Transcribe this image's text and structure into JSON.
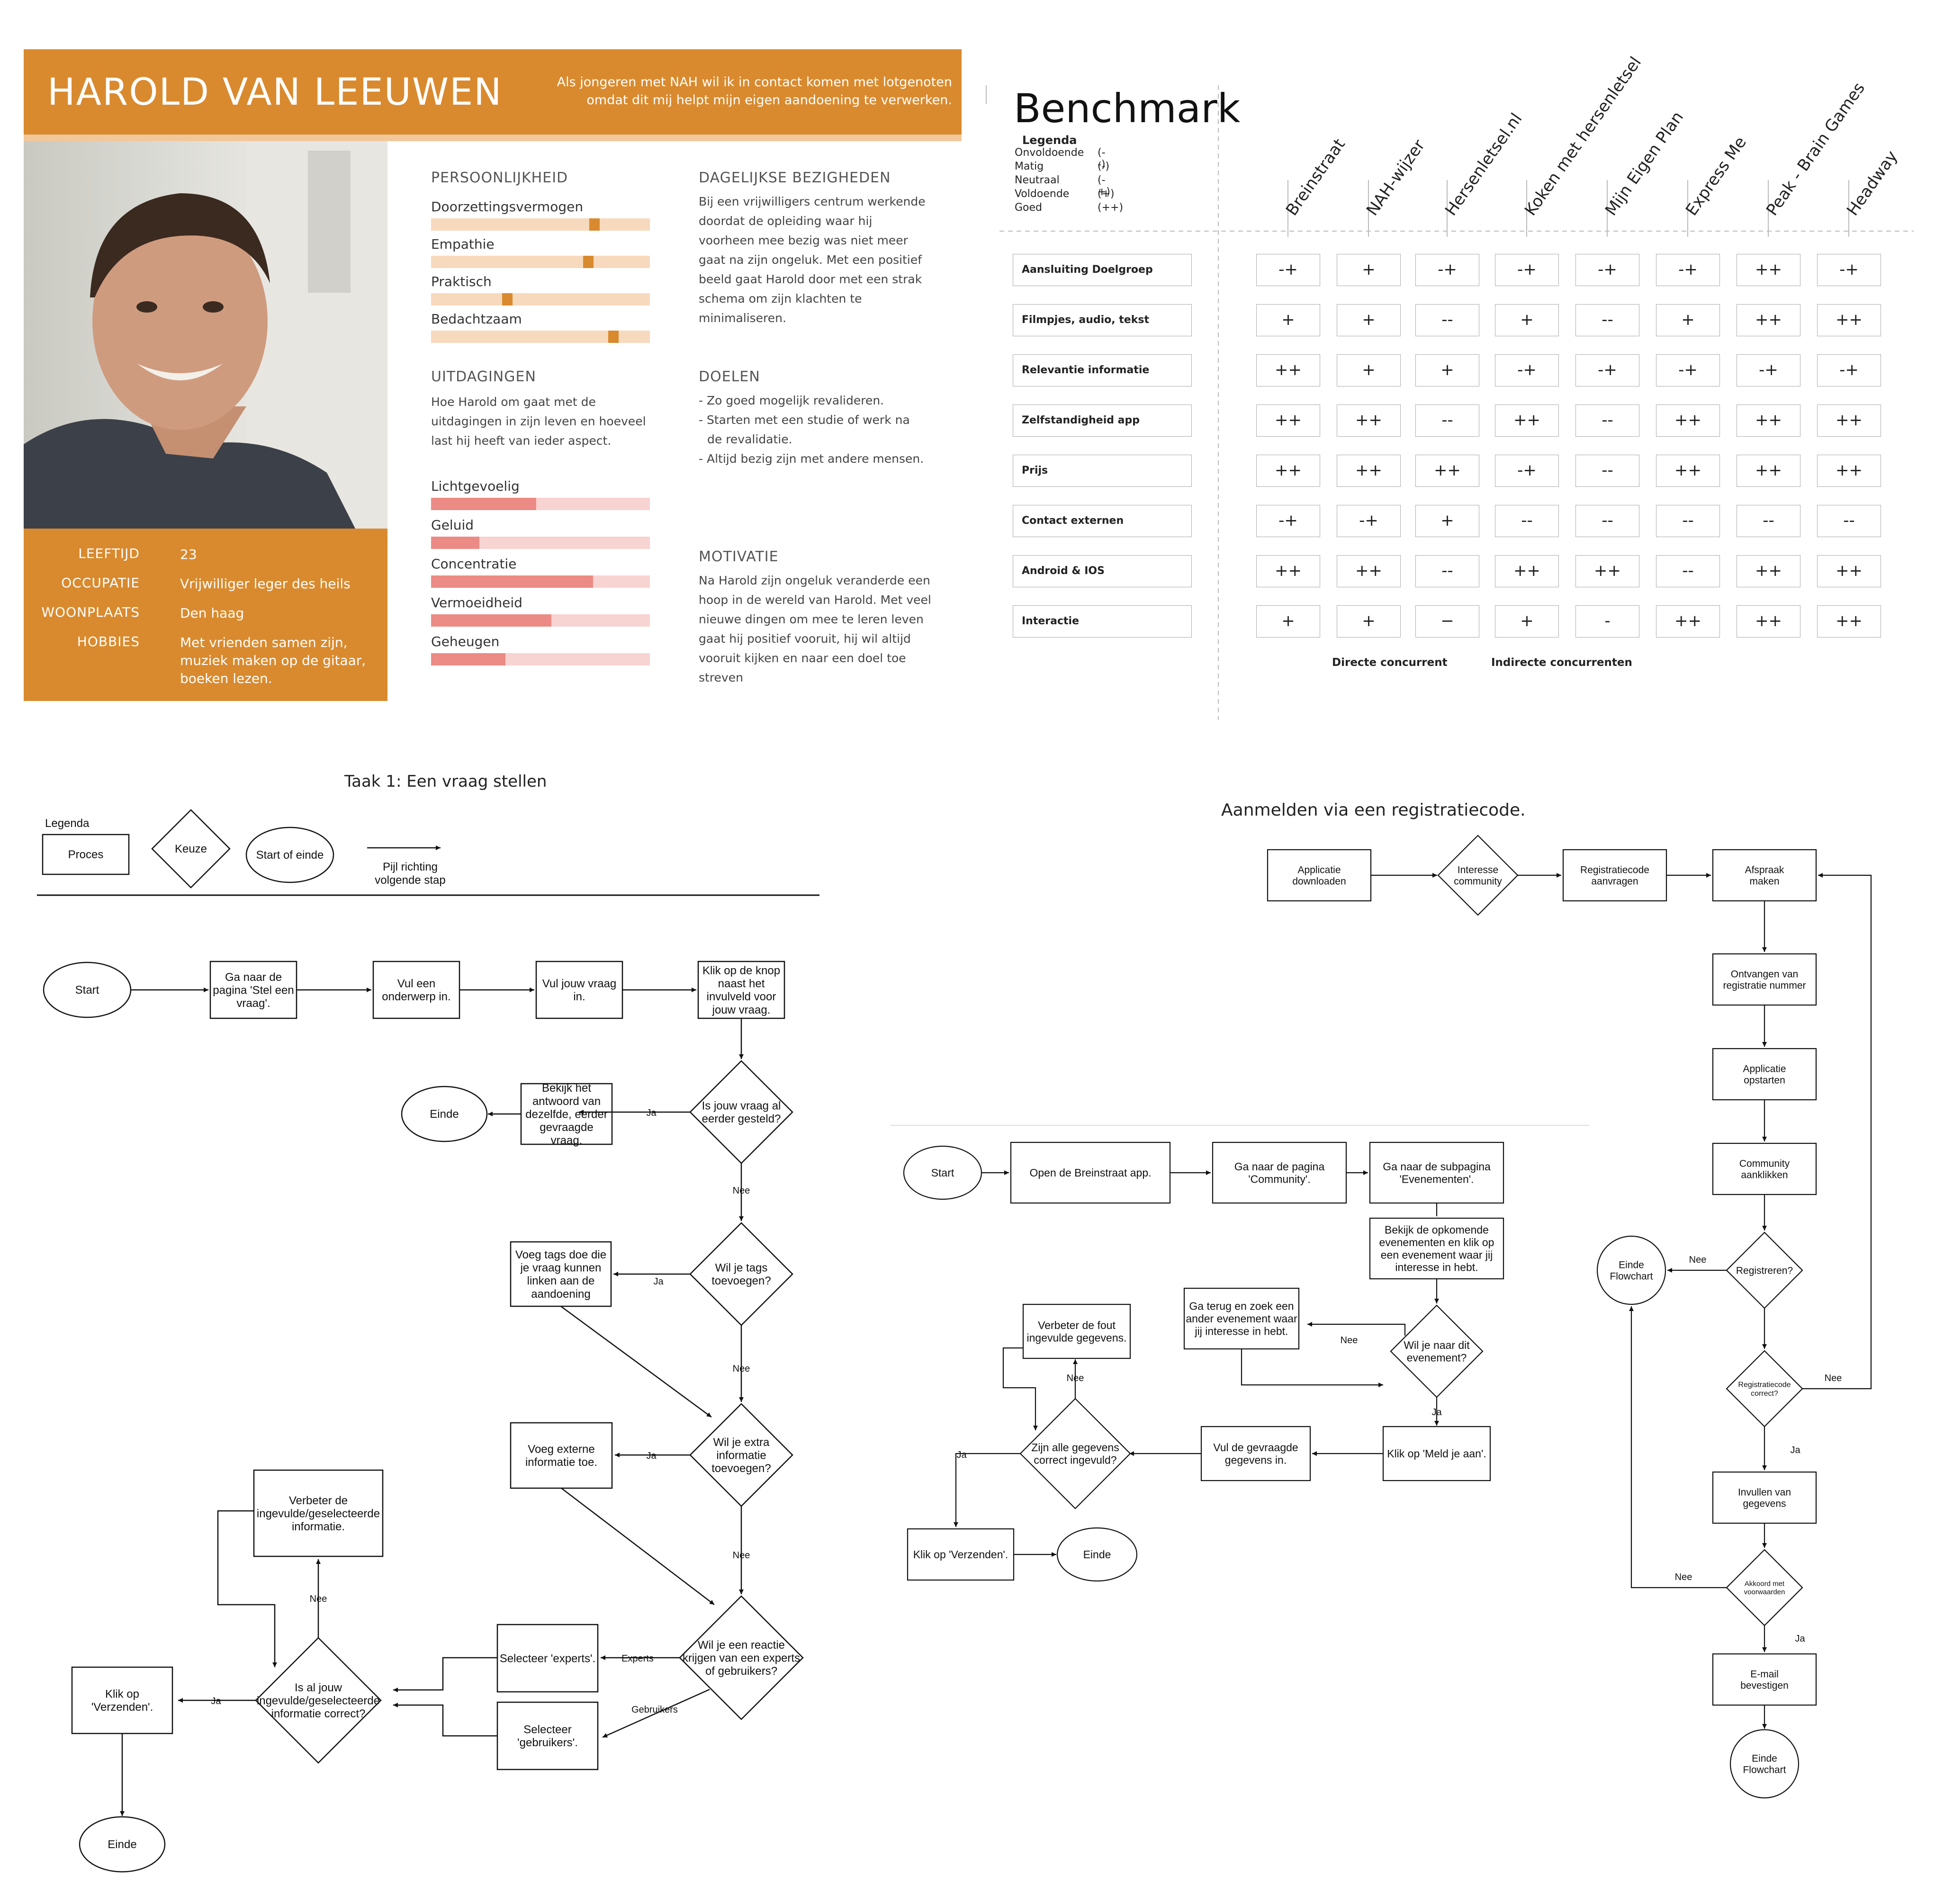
{
  "persona": {
    "name": "HAROLD VAN LEEUWEN",
    "quote_line1": "Als jongeren met NAH wil ik in contact komen met lotgenoten",
    "quote_line2": "omdat dit mij helpt mijn eigen aandoening te verwerken.",
    "info": {
      "leeftijd_label": "LEEFTIJD",
      "leeftijd": "23",
      "occupatie_label": "OCCUPATIE",
      "occupatie": "Vrijwilliger leger des heils",
      "woonplaats_label": "WOONPLAATS",
      "woonplaats": "Den haag",
      "hobbies_label": "HOBBIES",
      "hobbies": "Met vrienden samen zijn, muziek maken op de gitaar, boeken lezen."
    },
    "persoonlijkheid": {
      "title": "PERSOONLIJKHEID",
      "traits": [
        {
          "label": "Doorzettingsvermogen",
          "level": 0.76
        },
        {
          "label": "Empathie",
          "level": 0.73
        },
        {
          "label": "Praktisch",
          "level": 0.34
        },
        {
          "label": "Bedachtzaam",
          "level": 0.85
        }
      ]
    },
    "uitdagingen": {
      "title": "UITDAGINGEN",
      "text": "Hoe Harold om gaat met de uitdagingen in zijn leven en hoeveel last hij heeft van ieder aspect.",
      "items": [
        {
          "label": "Lichtgevoelig",
          "level": 0.48
        },
        {
          "label": "Geluid",
          "level": 0.22
        },
        {
          "label": "Concentratie",
          "level": 0.74
        },
        {
          "label": "Vermoeidheid",
          "level": 0.55
        },
        {
          "label": "Geheugen",
          "level": 0.34
        }
      ]
    },
    "dagelijks": {
      "title": "DAGELIJKSE BEZIGHEDEN",
      "text": "Bij een vrijwilligers centrum werkende doordat de opleiding waar hij voorheen mee bezig was niet meer gaat na zijn ongeluk. Met een positief beeld gaat Harold door met een strak schema om zijn klachten te minimaliseren."
    },
    "doelen": {
      "title": "DOELEN",
      "items": [
        "- Zo goed mogelijk revalideren.",
        "- Starten met een studie of werk na",
        "de revalidatie.",
        "- Altijd bezig zijn met andere mensen."
      ]
    },
    "motivatie": {
      "title": "MOTIVATIE",
      "text": "Na Harold zijn ongeluk veranderde een hoop in de wereld van Harold. Met veel nieuwe dingen om mee te leren leven gaat hij positief vooruit, hij wil altijd vooruit kijken en naar een doel toe streven"
    }
  },
  "benchmark": {
    "title": "Benchmark",
    "legend_title": "Legenda",
    "legend": [
      {
        "label": "Onvoldoende",
        "sym": "(--)"
      },
      {
        "label": "Matig",
        "sym": "(-)"
      },
      {
        "label": "Neutraal",
        "sym": "(-+)"
      },
      {
        "label": "Voldoende",
        "sym": "(+)"
      },
      {
        "label": "Goed",
        "sym": "(++)"
      }
    ],
    "columns": [
      "Breinstraat",
      "NAH-wijzer",
      "Hersenletsel.nl",
      "Koken met hersenletsel",
      "Mijn Eigen Plan",
      "Express Me",
      "Peak - Brain Games",
      "Headway"
    ],
    "rows": [
      {
        "label": "Aansluiting Doelgroep",
        "cells": [
          "-+",
          "+",
          "-+",
          "-+",
          "-+",
          "-+",
          "++",
          "-+"
        ]
      },
      {
        "label": "Filmpjes, audio, tekst",
        "cells": [
          "+",
          "+",
          "--",
          "+",
          "--",
          "+",
          "++",
          "++"
        ]
      },
      {
        "label": "Relevantie informatie",
        "cells": [
          "++",
          "+",
          "+",
          "-+",
          "-+",
          "-+",
          "-+",
          "-+"
        ]
      },
      {
        "label": "Zelfstandigheid app",
        "cells": [
          "++",
          "++",
          "--",
          "++",
          "--",
          "++",
          "++",
          "++"
        ]
      },
      {
        "label": "Prijs",
        "cells": [
          "++",
          "++",
          "++",
          "-+",
          "--",
          "++",
          "++",
          "++"
        ]
      },
      {
        "label": "Contact externen",
        "cells": [
          "-+",
          "-+",
          "+",
          "--",
          "--",
          "--",
          "--",
          "--"
        ]
      },
      {
        "label": "Android & IOS",
        "cells": [
          "++",
          "++",
          "--",
          "++",
          "++",
          "--",
          "++",
          "++"
        ]
      },
      {
        "label": "Interactie",
        "cells": [
          "+",
          "+",
          "−",
          "+",
          "-",
          "++",
          "++",
          "++"
        ]
      }
    ],
    "foot_direct": "Directe concurrent",
    "foot_indirect": "Indirecte concurrenten"
  },
  "flow1": {
    "title": "Taak 1: Een vraag stellen",
    "legend_title": "Legenda",
    "legend_proces": "Proces",
    "legend_keuze": "Keuze",
    "legend_start": "Start of einde",
    "legend_arrow1": "Pijl richting",
    "legend_arrow2": "volgende stap",
    "start": "Start",
    "p1": [
      "Ga naar de",
      "pagina 'Stel een",
      "vraag'."
    ],
    "p2": [
      "Vul een",
      "onderwerp in."
    ],
    "p3": [
      "Vul jouw vraag",
      "in."
    ],
    "p4": [
      "Klik op de knop",
      "naast het",
      "invulveld voor",
      "jouw vraag."
    ],
    "d1": [
      "Is jouw vraag al",
      "eerder gesteld?"
    ],
    "p5": [
      "Bekijk het",
      "antwoord van",
      "dezelfde, eerder",
      "gevraagde",
      "vraag."
    ],
    "einde1": "Einde",
    "d2": [
      "Wil je tags",
      "toevoegen?"
    ],
    "p6": [
      "Voeg tags doe die",
      "je vraag kunnen",
      "linken aan de",
      "aandoening"
    ],
    "d3": [
      "Wil je extra",
      "informatie",
      "toevoegen?"
    ],
    "p7": [
      "Voeg externe",
      "informatie toe."
    ],
    "d4": [
      "Wil je een reactie",
      "krijgen van een experts",
      "of gebruikers?"
    ],
    "p8": [
      "Selecteer 'experts'."
    ],
    "p9": [
      "Selecteer",
      "'gebruikers'."
    ],
    "d5": [
      "Is al jouw",
      "ingevulde/geselecteerde",
      "informatie correct?"
    ],
    "p10": [
      "Verbeter de",
      "ingevulde/geselecteerde",
      "informatie."
    ],
    "p11": [
      "Klik op",
      "'Verzenden'."
    ],
    "einde2": "Einde",
    "ja": "Ja",
    "nee": "Nee",
    "experts": "Experts",
    "gebruikers": "Gebruikers"
  },
  "flow2": {
    "start": "Start",
    "p1": [
      "Open de Breinstraat app."
    ],
    "p2": [
      "Ga naar de pagina",
      "'Community'."
    ],
    "p3": [
      "Ga naar de subpagina",
      "'Evenementen'."
    ],
    "p4": [
      "Bekijk de opkomende",
      "evenementen en klik op",
      "een evenement waar jij",
      "interesse in hebt."
    ],
    "d1": [
      "Wil je naar dit",
      "evenement?"
    ],
    "p5": [
      "Ga terug en zoek een",
      "ander evenement waar",
      "jij interesse in hebt."
    ],
    "p6": [
      "Klik op 'Meld je aan'."
    ],
    "p7": [
      "Vul de gevraagde",
      "gegevens in."
    ],
    "d2": [
      "Zijn alle gegevens",
      "correct ingevuld?"
    ],
    "p8": [
      "Verbeter de fout",
      "ingevulde gegevens."
    ],
    "p9": [
      "Klik op 'Verzenden'."
    ],
    "einde": "Einde",
    "ja": "Ja",
    "nee": "Nee"
  },
  "flow3": {
    "title": "Aanmelden via een registratiecode.",
    "p1": [
      "Applicatie",
      "downloaden"
    ],
    "d1": [
      "Interesse",
      "community"
    ],
    "p2": [
      "Registratiecode",
      "aanvragen"
    ],
    "p3": [
      "Afspraak",
      "maken"
    ],
    "p4": [
      "Ontvangen van",
      "registratie nummer"
    ],
    "p5": [
      "Applicatie",
      "opstarten"
    ],
    "p6": [
      "Community",
      "aanklikken"
    ],
    "d2": [
      "Registreren?"
    ],
    "einde1": [
      "Einde",
      "Flowchart"
    ],
    "d3": [
      "Registratiecode",
      "correct?"
    ],
    "p7": [
      "Invullen van",
      "gegevens"
    ],
    "d4": [
      "Akkoord met",
      "voorwaarden"
    ],
    "p8": [
      "E-mail",
      "bevestigen"
    ],
    "einde2": [
      "Einde",
      "Flowchart"
    ],
    "ja": "Ja",
    "nee": "Nee"
  }
}
